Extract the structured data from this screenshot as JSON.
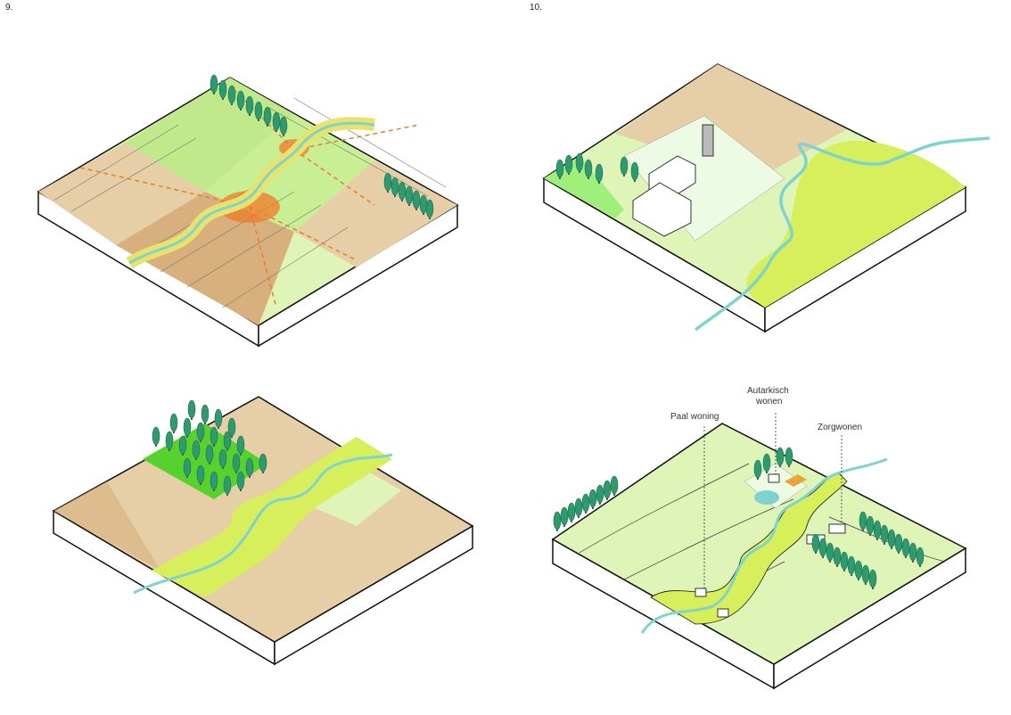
{
  "panels": {
    "left_number": "9.",
    "right_number": "10."
  },
  "labels": {
    "paal_woning": "Paal woning",
    "autarkisch_line1": "Autarkisch",
    "autarkisch_line2": "wonen",
    "zorgwonen": "Zorgwonen"
  },
  "colors": {
    "river": "#7fd3cf",
    "field_light": "#dff5b8",
    "field_green": "#bfe98a",
    "field_tan": "#e6cfa6",
    "field_brown": "#d7b07e",
    "meadow": "#d6ef5a",
    "tree": "#2e9a6e",
    "orange": "#f07a2a"
  }
}
